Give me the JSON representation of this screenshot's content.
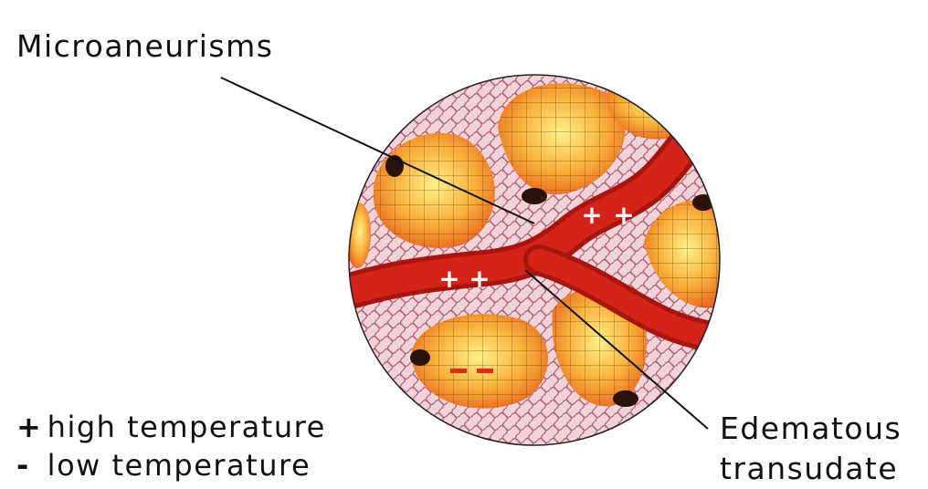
{
  "labels": {
    "microaneurisms": "Microaneurisms",
    "edematous_line1": "Edematous",
    "edematous_line2": "transudate"
  },
  "legend": [
    {
      "symbol": "+",
      "text": "high temperature"
    },
    {
      "symbol": "-",
      "text": "low temperature"
    }
  ],
  "markers": {
    "plus": "+",
    "minus": "-"
  },
  "colors": {
    "vessel": "#d42318",
    "vessel_dark": "#a8150f",
    "tissue": "#c9808f",
    "cell_fill": "#f6a52a",
    "cell_light": "#ffe07a",
    "cell_line": "#5a2a10",
    "minus_marker": "#e22a1a"
  }
}
